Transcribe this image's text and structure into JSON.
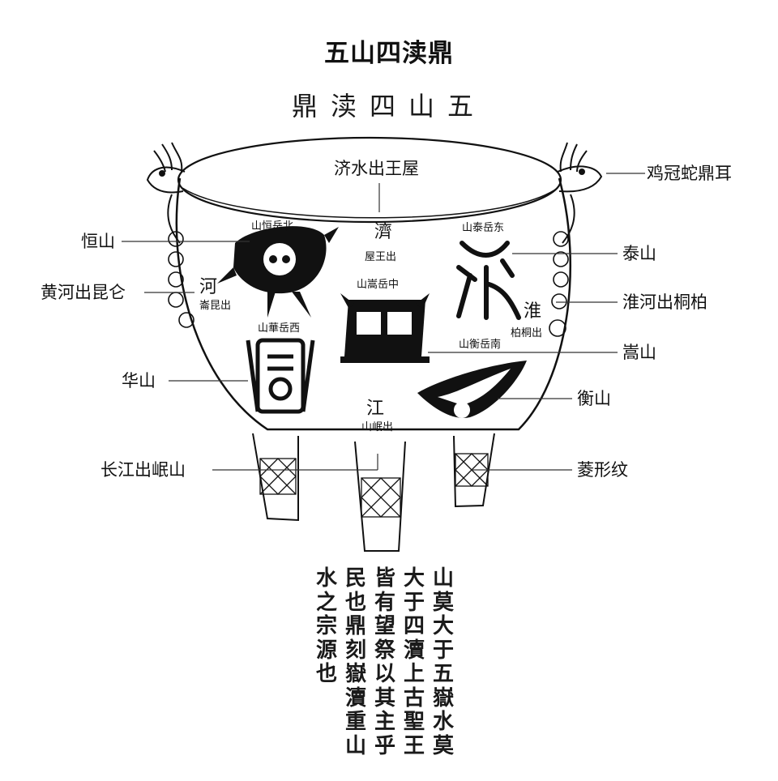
{
  "title": "五山四渎鼎",
  "seal_title": "鼎渎四山五",
  "callouts": {
    "ji_shui": "济水出王屋",
    "ji_guan_she_ding_er": "鸡冠蛇鼎耳",
    "heng_shan_north": "恒山",
    "tai_shan": "泰山",
    "huang_he": "黄河出昆仑",
    "huai_he": "淮河出桐柏",
    "song_shan": "嵩山",
    "hua_shan": "华山",
    "heng_shan_south": "衡山",
    "chang_jiang": "长江出岷山",
    "ling_xing_wen": "菱形纹"
  },
  "vessel_inscriptions": {
    "bei_yue": "山恒岳北",
    "dong_yue": "山泰岳东",
    "ji": "濟",
    "ji_sub": "屋王出",
    "zhong_yue": "山嵩岳中",
    "he": "河",
    "he_sub": "崙昆出",
    "huai": "淮",
    "huai_sub": "柏桐出",
    "xi_yue": "山華岳西",
    "nan_yue": "山衡岳南",
    "jiang": "江",
    "jiang_sub": "山岷出"
  },
  "verse_columns": [
    "山莫大于五嶽水莫",
    "大于四瀆上古聖王",
    "皆有望祭以其主乎",
    "民也鼎刻嶽瀆重山",
    "水之宗源也"
  ],
  "colors": {
    "ink": "#111111",
    "paper": "#ffffff",
    "line": "#333333"
  }
}
